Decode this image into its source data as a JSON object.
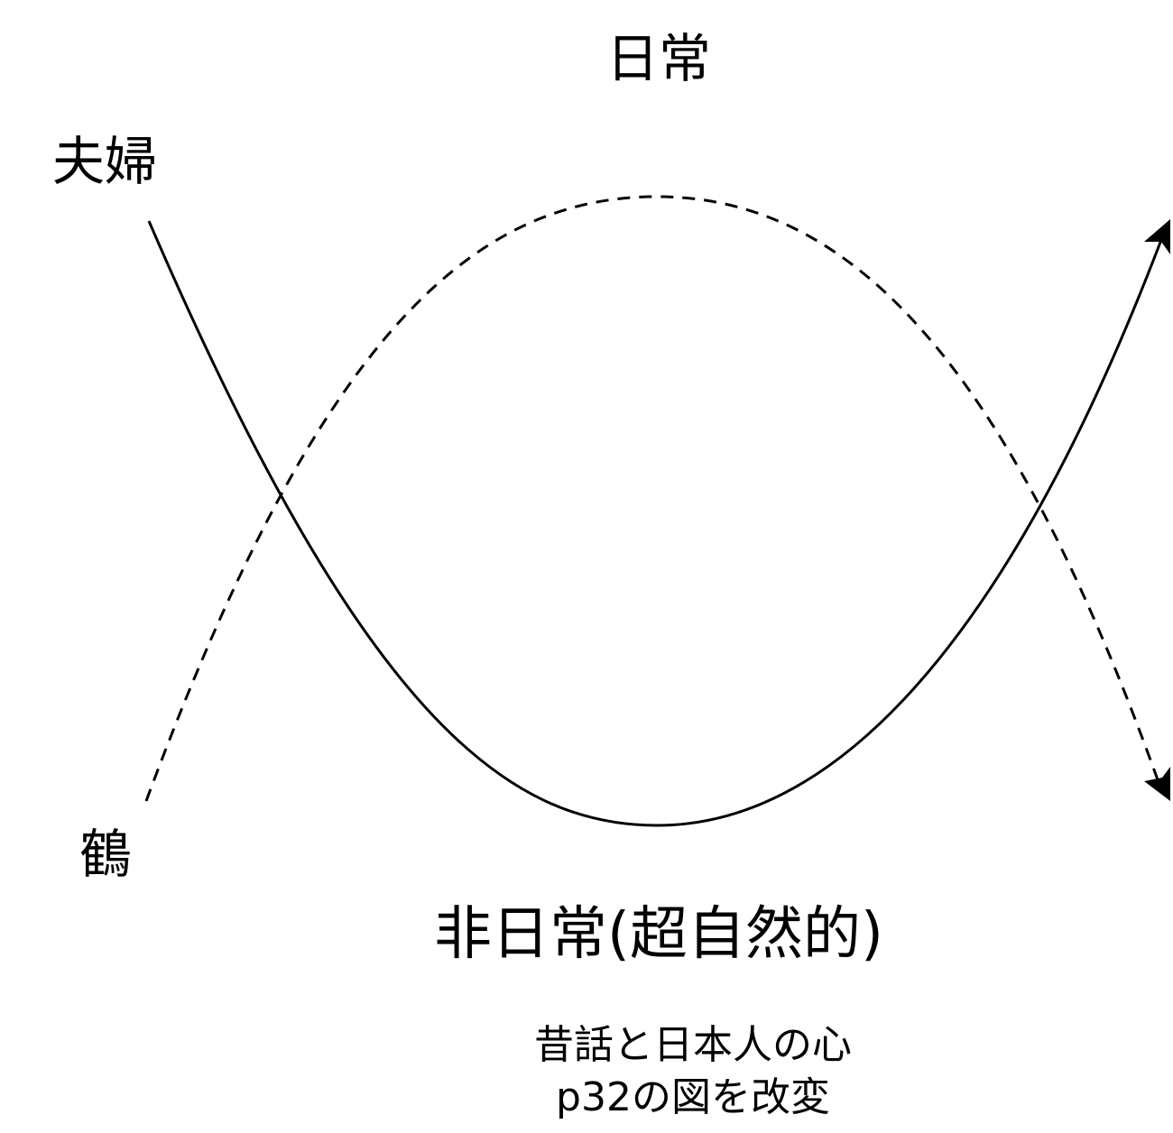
{
  "labels": {
    "top": "日常",
    "couple": "夫婦",
    "crane": "鶴",
    "bottom": "非日常(超自然的)"
  },
  "source_note": {
    "line1": "昔話と日本人の心",
    "line2": "p32の図を改変"
  },
  "colors": {
    "line": "#000000",
    "background": "#ffffff"
  }
}
